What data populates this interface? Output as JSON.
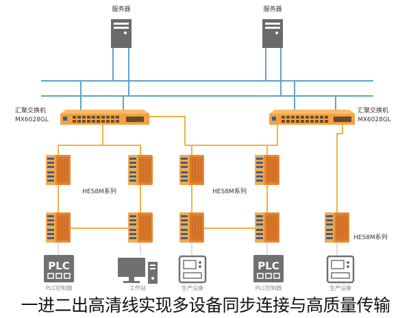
{
  "servers": [
    {
      "label": "服务器",
      "icon": "server-icon"
    },
    {
      "label": "服务器",
      "icon": "server-icon"
    }
  ],
  "aggregation_switches": [
    {
      "name": "汇聚交换机",
      "model": "MX6028GL",
      "icon": "aggregation-switch-icon"
    },
    {
      "name": "汇聚交换机",
      "model": "MX6028GL",
      "icon": "aggregation-switch-icon"
    }
  ],
  "ring_labels": [
    "HES8M系列",
    "HES8M系列",
    "HES8M系列"
  ],
  "end_devices": [
    {
      "label": "PLC控制器",
      "icon": "plc-icon",
      "badge": "PLC"
    },
    {
      "label": "工作站",
      "icon": "workstation-icon"
    },
    {
      "label": "生产设备",
      "icon": "production-equipment-icon"
    },
    {
      "label": "PLC控制器",
      "icon": "plc-icon",
      "badge": "PLC"
    },
    {
      "label": "生产设备",
      "icon": "production-equipment-icon"
    }
  ],
  "caption": "一进二出高清线实现多设备同步连接与高质量传输",
  "colors": {
    "backbone": "#5aa3cc",
    "ring_link": "#f0b23c",
    "switch_body": "#f2a240",
    "device_gray": "#707070"
  }
}
